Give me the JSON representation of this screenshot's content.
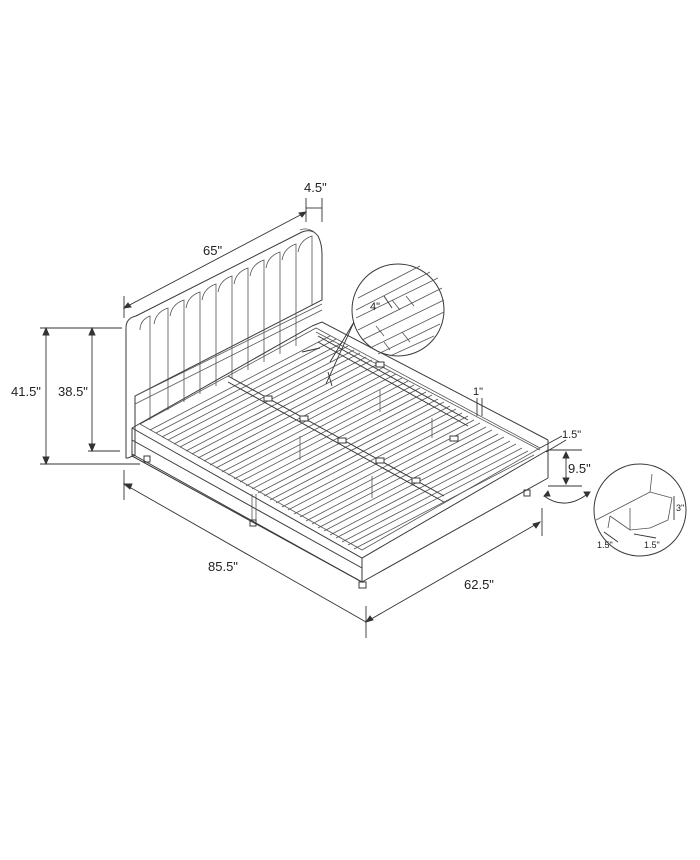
{
  "diagram": {
    "subject": "Upholstered platform bed with channel-tufted headboard and slat support",
    "background_color": "#ffffff",
    "line_color": "#3a3a3a",
    "dimensions": {
      "headboard_depth": "4.5\"",
      "headboard_width": "65\"",
      "overall_height": "41.5\"",
      "headboard_height": "38.5\"",
      "slat_spacing": "4\"",
      "rail_width": "1\"",
      "frame_thickness": "1.5\"",
      "side_height": "9.5\"",
      "overall_length": "85.5\"",
      "overall_width": "62.5\""
    },
    "leg_detail": {
      "leg_height": "3\"",
      "leg_width_a": "1.5\"",
      "leg_width_b": "1.5\""
    },
    "callouts": [
      {
        "id": "slat-detail",
        "shows": "slat spacing",
        "label": "4\""
      },
      {
        "id": "leg-detail",
        "shows": "corner leg",
        "labels": [
          "3\"",
          "1.5\"",
          "1.5\""
        ]
      }
    ]
  }
}
